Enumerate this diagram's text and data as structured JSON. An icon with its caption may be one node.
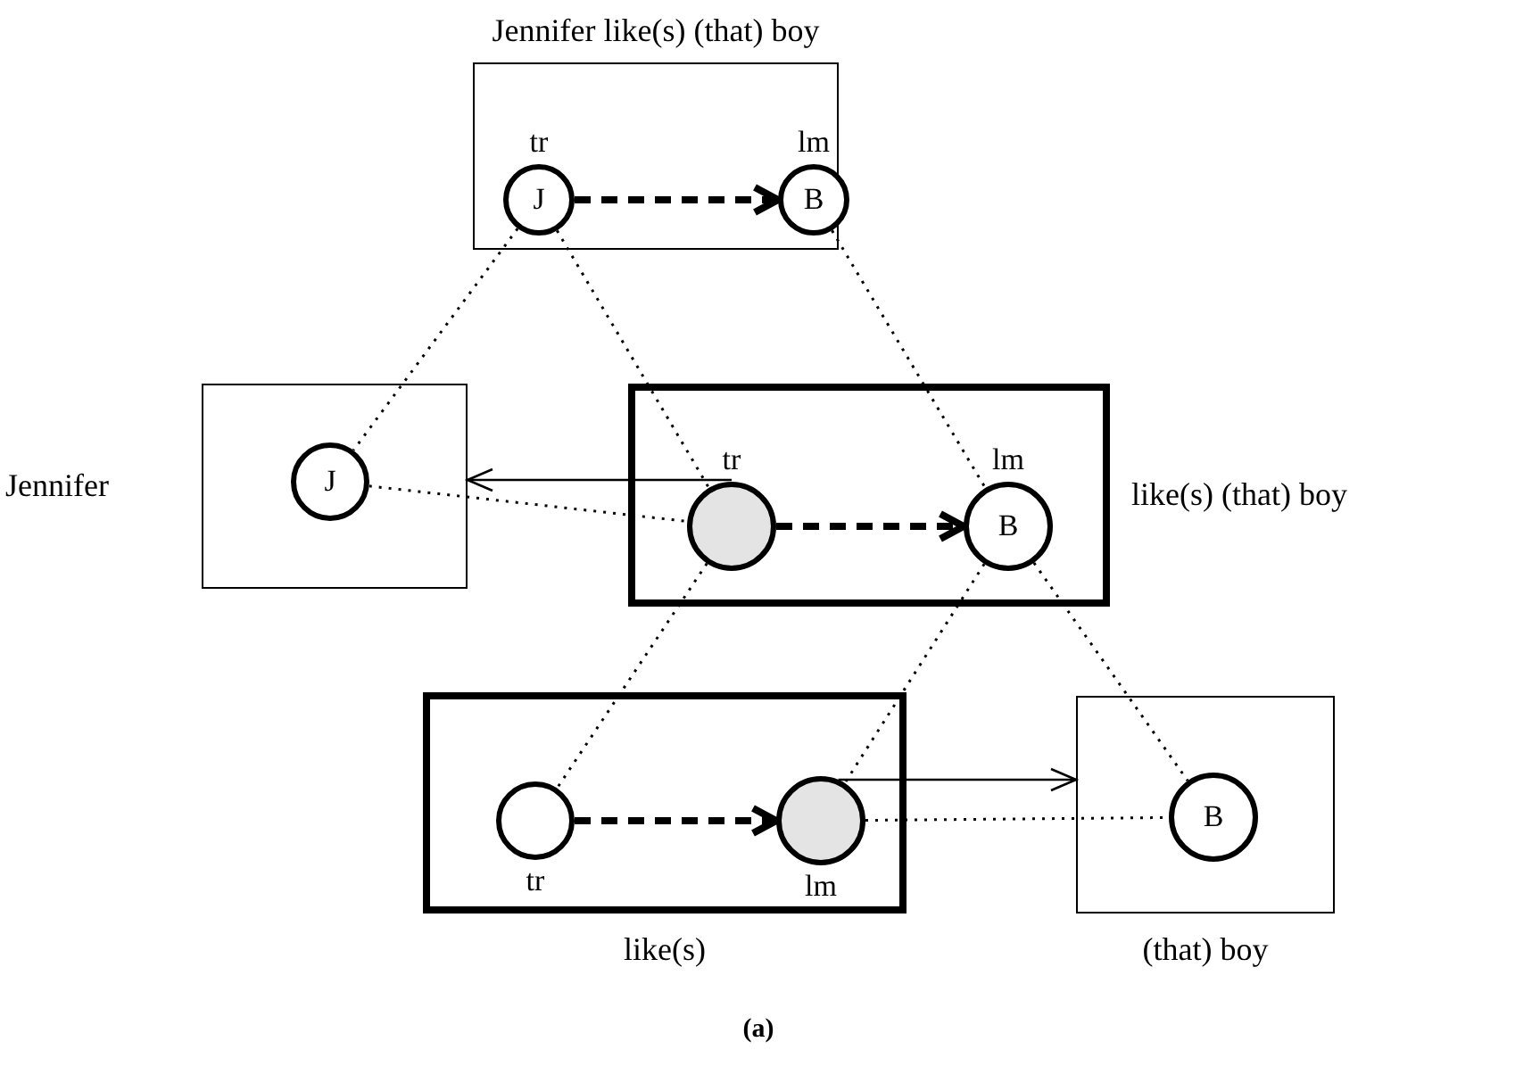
{
  "diagram": {
    "caption": "(a)",
    "nodes": [
      {
        "text": [
          "Jennifer like(s) (that) boy"
        ]
      },
      {
        "text": [
          "J"
        ],
        "in": 0,
        "beside": [
          "tr"
        ]
      },
      {
        "text": [
          "B"
        ],
        "in": 0,
        "beside": [
          "lm"
        ]
      },
      {
        "text": [
          "Jennifer"
        ]
      },
      {
        "text": [
          "J"
        ],
        "in": 3
      },
      {
        "text": [
          "like(s) (that) boy"
        ]
      },
      {
        "text": [],
        "shape": "circle",
        "in": 5,
        "beside": [
          "tr"
        ]
      },
      {
        "text": [
          "B"
        ],
        "in": 5,
        "beside": [
          "lm"
        ]
      },
      {
        "text": [
          "like(s)"
        ]
      },
      {
        "text": [],
        "shape": "circle",
        "in": 8,
        "beside": [
          "tr"
        ]
      },
      {
        "text": [],
        "shape": "circle",
        "in": 8,
        "beside": [
          "lm"
        ]
      },
      {
        "text": [
          "(that) boy"
        ]
      },
      {
        "text": [
          "B"
        ],
        "in": 11
      }
    ],
    "edges": [
      {
        "from": 1,
        "to": 2,
        "arrow": "to",
        "style": "dashed"
      },
      {
        "from": 6,
        "to": 7,
        "arrow": "to",
        "style": "dashed"
      },
      {
        "from": 9,
        "to": 10,
        "arrow": "to",
        "style": "dashed"
      },
      {
        "from": 6,
        "to": 3,
        "arrow": "to"
      },
      {
        "from": 10,
        "to": 11,
        "arrow": "to"
      },
      {
        "from": 1,
        "to": 4,
        "arrow": "none",
        "style": "dashed"
      },
      {
        "from": 1,
        "to": 6,
        "arrow": "none",
        "style": "dashed"
      },
      {
        "from": 2,
        "to": 7,
        "arrow": "none",
        "style": "dashed"
      },
      {
        "from": 4,
        "to": 6,
        "arrow": "none",
        "style": "dashed"
      },
      {
        "from": 6,
        "to": 9,
        "arrow": "none",
        "style": "dashed"
      },
      {
        "from": 7,
        "to": 10,
        "arrow": "none",
        "style": "dashed"
      },
      {
        "from": 7,
        "to": 12,
        "arrow": "none",
        "style": "dashed"
      },
      {
        "from": 10,
        "to": 12,
        "arrow": "none",
        "style": "dashed"
      }
    ]
  }
}
